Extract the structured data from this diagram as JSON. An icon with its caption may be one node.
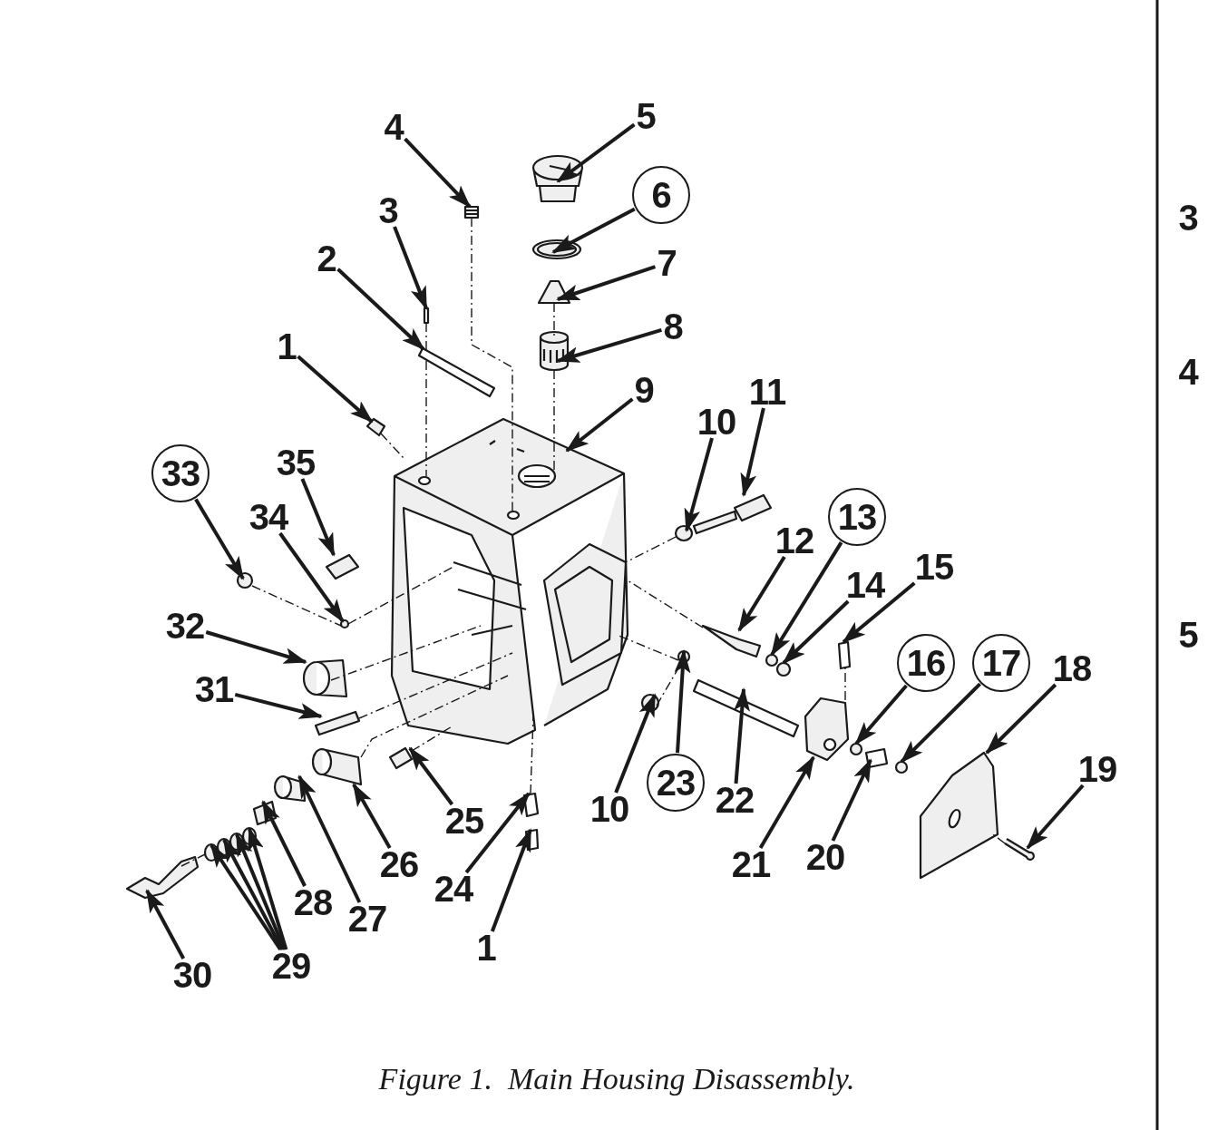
{
  "diagram": {
    "caption": "Figure 1.  Main Housing Disassembly.",
    "nodes": [
      {
        "text": [
          "5"
        ]
      },
      {
        "text": [
          "4"
        ]
      },
      {
        "text": [
          "6"
        ]
      },
      {
        "text": [
          "3"
        ]
      },
      {
        "text": [
          "7"
        ]
      },
      {
        "text": [
          "2"
        ]
      },
      {
        "text": [
          "8"
        ]
      },
      {
        "text": [
          "1"
        ]
      },
      {
        "text": [
          "9"
        ]
      },
      {
        "text": [
          "10"
        ]
      },
      {
        "text": [
          "11"
        ]
      },
      {
        "text": [
          "33"
        ]
      },
      {
        "text": [
          "35"
        ]
      },
      {
        "text": [
          "34"
        ]
      },
      {
        "text": [
          "13"
        ]
      },
      {
        "text": [
          "12"
        ]
      },
      {
        "text": [
          "15"
        ]
      },
      {
        "text": [
          "14"
        ]
      },
      {
        "text": [
          "32"
        ]
      },
      {
        "text": [
          "16"
        ]
      },
      {
        "text": [
          "17"
        ]
      },
      {
        "text": [
          "18"
        ]
      },
      {
        "text": [
          "31"
        ]
      },
      {
        "text": [
          "19"
        ]
      },
      {
        "text": [
          "23"
        ]
      },
      {
        "text": [
          "10"
        ]
      },
      {
        "text": [
          "22"
        ]
      },
      {
        "text": [
          "25"
        ]
      },
      {
        "text": [
          "21"
        ]
      },
      {
        "text": [
          "20"
        ]
      },
      {
        "text": [
          "24"
        ]
      },
      {
        "text": [
          "26"
        ]
      },
      {
        "text": [
          "27"
        ]
      },
      {
        "text": [
          "28"
        ]
      },
      {
        "text": [
          "1"
        ]
      },
      {
        "text": [
          "30"
        ]
      },
      {
        "text": [
          "29"
        ]
      },
      {
        "text": [],
        "shape": "picture"
      },
      {
        "text": [],
        "shape": "picture"
      },
      {
        "text": [],
        "shape": "picture"
      },
      {
        "text": [],
        "shape": "box"
      },
      {
        "text": [],
        "shape": "picture"
      },
      {
        "text": [],
        "shape": "box"
      },
      {
        "text": [],
        "shape": "picture"
      },
      {
        "text": [],
        "shape": "picture"
      },
      {
        "text": [],
        "shape": "picture"
      },
      {
        "text": [],
        "shape": "picture"
      },
      {
        "text": [],
        "shape": "picture"
      },
      {
        "text": [],
        "shape": "picture"
      },
      {
        "text": [],
        "shape": "picture"
      },
      {
        "text": [],
        "shape": "picture"
      },
      {
        "text": [],
        "shape": "picture"
      },
      {
        "text": [],
        "shape": "picture"
      },
      {
        "text": [],
        "shape": "box"
      },
      {
        "text": [],
        "shape": "picture"
      },
      {
        "text": [],
        "shape": "picture"
      },
      {
        "text": [],
        "shape": "picture"
      },
      {
        "text": [],
        "shape": "picture"
      },
      {
        "text": [],
        "shape": "picture"
      },
      {
        "text": [],
        "shape": "picture"
      },
      {
        "text": [],
        "shape": "picture"
      },
      {
        "text": [],
        "shape": "picture"
      },
      {
        "text": [],
        "shape": "picture"
      },
      {
        "text": [],
        "shape": "box"
      },
      {
        "text": [],
        "shape": "picture"
      },
      {
        "text": [],
        "shape": "picture"
      },
      {
        "text": [],
        "shape": "box"
      },
      {
        "text": [],
        "shape": "box"
      },
      {
        "text": [],
        "shape": "picture"
      },
      {
        "text": [],
        "shape": "picture"
      },
      {
        "text": [],
        "shape": "picture"
      },
      {
        "text": [],
        "shape": "box"
      },
      {
        "text": [],
        "shape": "picture"
      },
      {
        "text": [],
        "shape": "picture"
      },
      {
        "text": [],
        "shape": "picture"
      },
      {
        "text": [],
        "shape": "picture"
      },
      {
        "text": [],
        "shape": "picture"
      }
    ],
    "edges": [
      {
        "from": 0,
        "to": 37,
        "arrow": "to"
      },
      {
        "from": 1,
        "to": 38,
        "arrow": "to"
      },
      {
        "from": 2,
        "to": 39,
        "arrow": "to"
      },
      {
        "from": 3,
        "to": 40,
        "arrow": "to"
      },
      {
        "from": 4,
        "to": 41,
        "arrow": "to"
      },
      {
        "from": 5,
        "to": 42,
        "arrow": "to"
      },
      {
        "from": 6,
        "to": 43,
        "arrow": "to"
      },
      {
        "from": 7,
        "to": 44,
        "arrow": "to"
      },
      {
        "from": 8,
        "to": 45,
        "arrow": "to"
      },
      {
        "from": 9,
        "to": 46,
        "arrow": "to"
      },
      {
        "from": 10,
        "to": 47,
        "arrow": "to"
      },
      {
        "from": 11,
        "to": 48,
        "arrow": "to"
      },
      {
        "from": 12,
        "to": 49,
        "arrow": "to"
      },
      {
        "from": 13,
        "to": 50,
        "arrow": "to"
      },
      {
        "from": 14,
        "to": 51,
        "arrow": "to"
      },
      {
        "from": 15,
        "to": 52,
        "arrow": "to"
      },
      {
        "from": 16,
        "to": 53,
        "arrow": "to"
      },
      {
        "from": 17,
        "to": 54,
        "arrow": "to"
      },
      {
        "from": 18,
        "to": 55,
        "arrow": "to"
      },
      {
        "from": 19,
        "to": 56,
        "arrow": "to"
      },
      {
        "from": 20,
        "to": 57,
        "arrow": "to"
      },
      {
        "from": 21,
        "to": 58,
        "arrow": "to"
      },
      {
        "from": 22,
        "to": 59,
        "arrow": "to"
      },
      {
        "from": 23,
        "to": 60,
        "arrow": "to"
      },
      {
        "from": 24,
        "to": 61,
        "arrow": "to"
      },
      {
        "from": 25,
        "to": 62,
        "arrow": "to"
      },
      {
        "from": 26,
        "to": 63,
        "arrow": "to"
      },
      {
        "from": 27,
        "to": 64,
        "arrow": "to"
      },
      {
        "from": 28,
        "to": 65,
        "arrow": "to"
      },
      {
        "from": 29,
        "to": 66,
        "arrow": "to"
      },
      {
        "from": 30,
        "to": 67,
        "arrow": "to"
      },
      {
        "from": 31,
        "to": 68,
        "arrow": "to"
      },
      {
        "from": 32,
        "to": 69,
        "arrow": "to"
      },
      {
        "from": 33,
        "to": 70,
        "arrow": "to"
      },
      {
        "from": 34,
        "to": 71,
        "arrow": "to"
      },
      {
        "from": 35,
        "to": 72,
        "arrow": "to"
      },
      {
        "from": 36,
        "to": 73,
        "arrow": "to"
      },
      {
        "from": 36,
        "to": 74,
        "arrow": "to"
      },
      {
        "from": 36,
        "to": 75,
        "arrow": "to"
      },
      {
        "from": 36,
        "to": 76,
        "arrow": "to"
      },
      {
        "from": 38,
        "to": 45,
        "arrow": "none",
        "style": "dashed"
      },
      {
        "from": 41,
        "to": 43,
        "arrow": "none",
        "style": "dashed"
      },
      {
        "from": 43,
        "to": 45,
        "arrow": "none",
        "style": "dashed"
      },
      {
        "from": 40,
        "to": 42,
        "arrow": "none",
        "style": "dashed"
      },
      {
        "from": 42,
        "to": 45,
        "arrow": "none",
        "style": "dashed"
      },
      {
        "from": 44,
        "to": 45,
        "arrow": "none",
        "style": "dashed"
      },
      {
        "from": 46,
        "to": 45,
        "arrow": "none",
        "style": "dashed"
      },
      {
        "from": 48,
        "to": 50,
        "arrow": "none",
        "style": "dashed"
      },
      {
        "from": 50,
        "to": 45,
        "arrow": "none",
        "style": "dashed"
      },
      {
        "from": 55,
        "to": 45,
        "arrow": "none",
        "style": "dashed"
      },
      {
        "from": 59,
        "to": 45,
        "arrow": "none",
        "style": "dashed"
      },
      {
        "from": 64,
        "to": 45,
        "arrow": "none",
        "style": "dashed"
      },
      {
        "from": 68,
        "to": 45,
        "arrow": "none",
        "style": "dashed"
      },
      {
        "from": 67,
        "to": 45,
        "arrow": "none",
        "style": "dashed"
      },
      {
        "from": 72,
        "to": 73,
        "arrow": "none",
        "style": "dashed"
      },
      {
        "from": 61,
        "to": 45,
        "arrow": "none",
        "style": "dashed"
      },
      {
        "from": 62,
        "to": 61,
        "arrow": "none",
        "style": "dashed"
      },
      {
        "from": 65,
        "to": 53,
        "arrow": "none",
        "style": "dashed"
      },
      {
        "from": 60,
        "to": 58,
        "arrow": "none",
        "style": "dashed"
      },
      {
        "from": 52,
        "to": 45,
        "arrow": "none",
        "style": "dashed"
      }
    ],
    "labels": [
      "3",
      "4",
      "5"
    ]
  }
}
